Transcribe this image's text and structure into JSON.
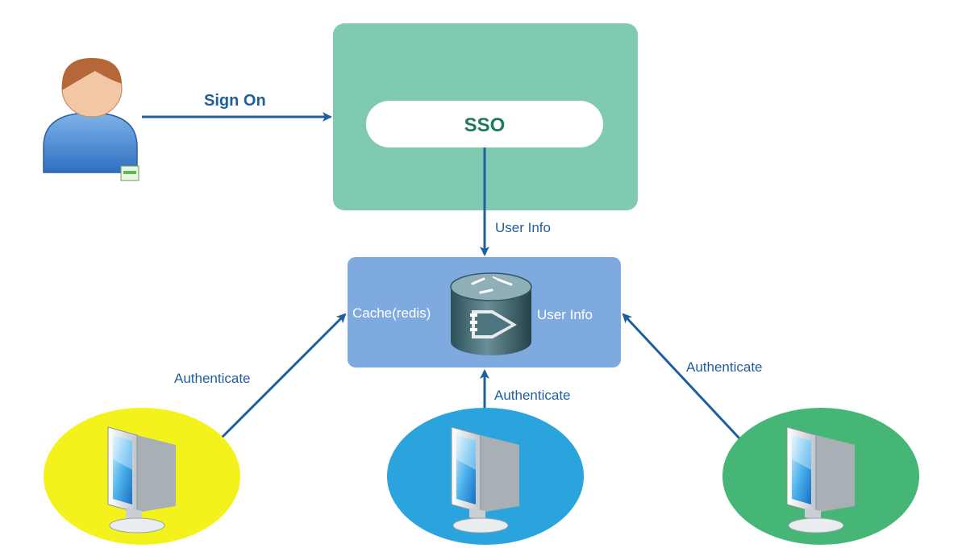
{
  "sso_box": {
    "title": "SSO"
  },
  "cache_box": {
    "left_label": "Cache(redis)",
    "right_label": "User Info"
  },
  "edges": {
    "sign_on": "Sign On",
    "user_info": "User Info",
    "authenticate_left": "Authenticate",
    "authenticate_center": "Authenticate",
    "authenticate_right": "Authenticate"
  },
  "colors": {
    "sso_container": "#7fcab0",
    "cache_container": "#7eaadf",
    "arrow": "#1f5f9e",
    "client_left": "#f4f21c",
    "client_center": "#2ba3dc",
    "client_right": "#45b675"
  },
  "icons": {
    "user": "user-icon",
    "database": "database-icon",
    "monitor": "monitor-icon"
  }
}
